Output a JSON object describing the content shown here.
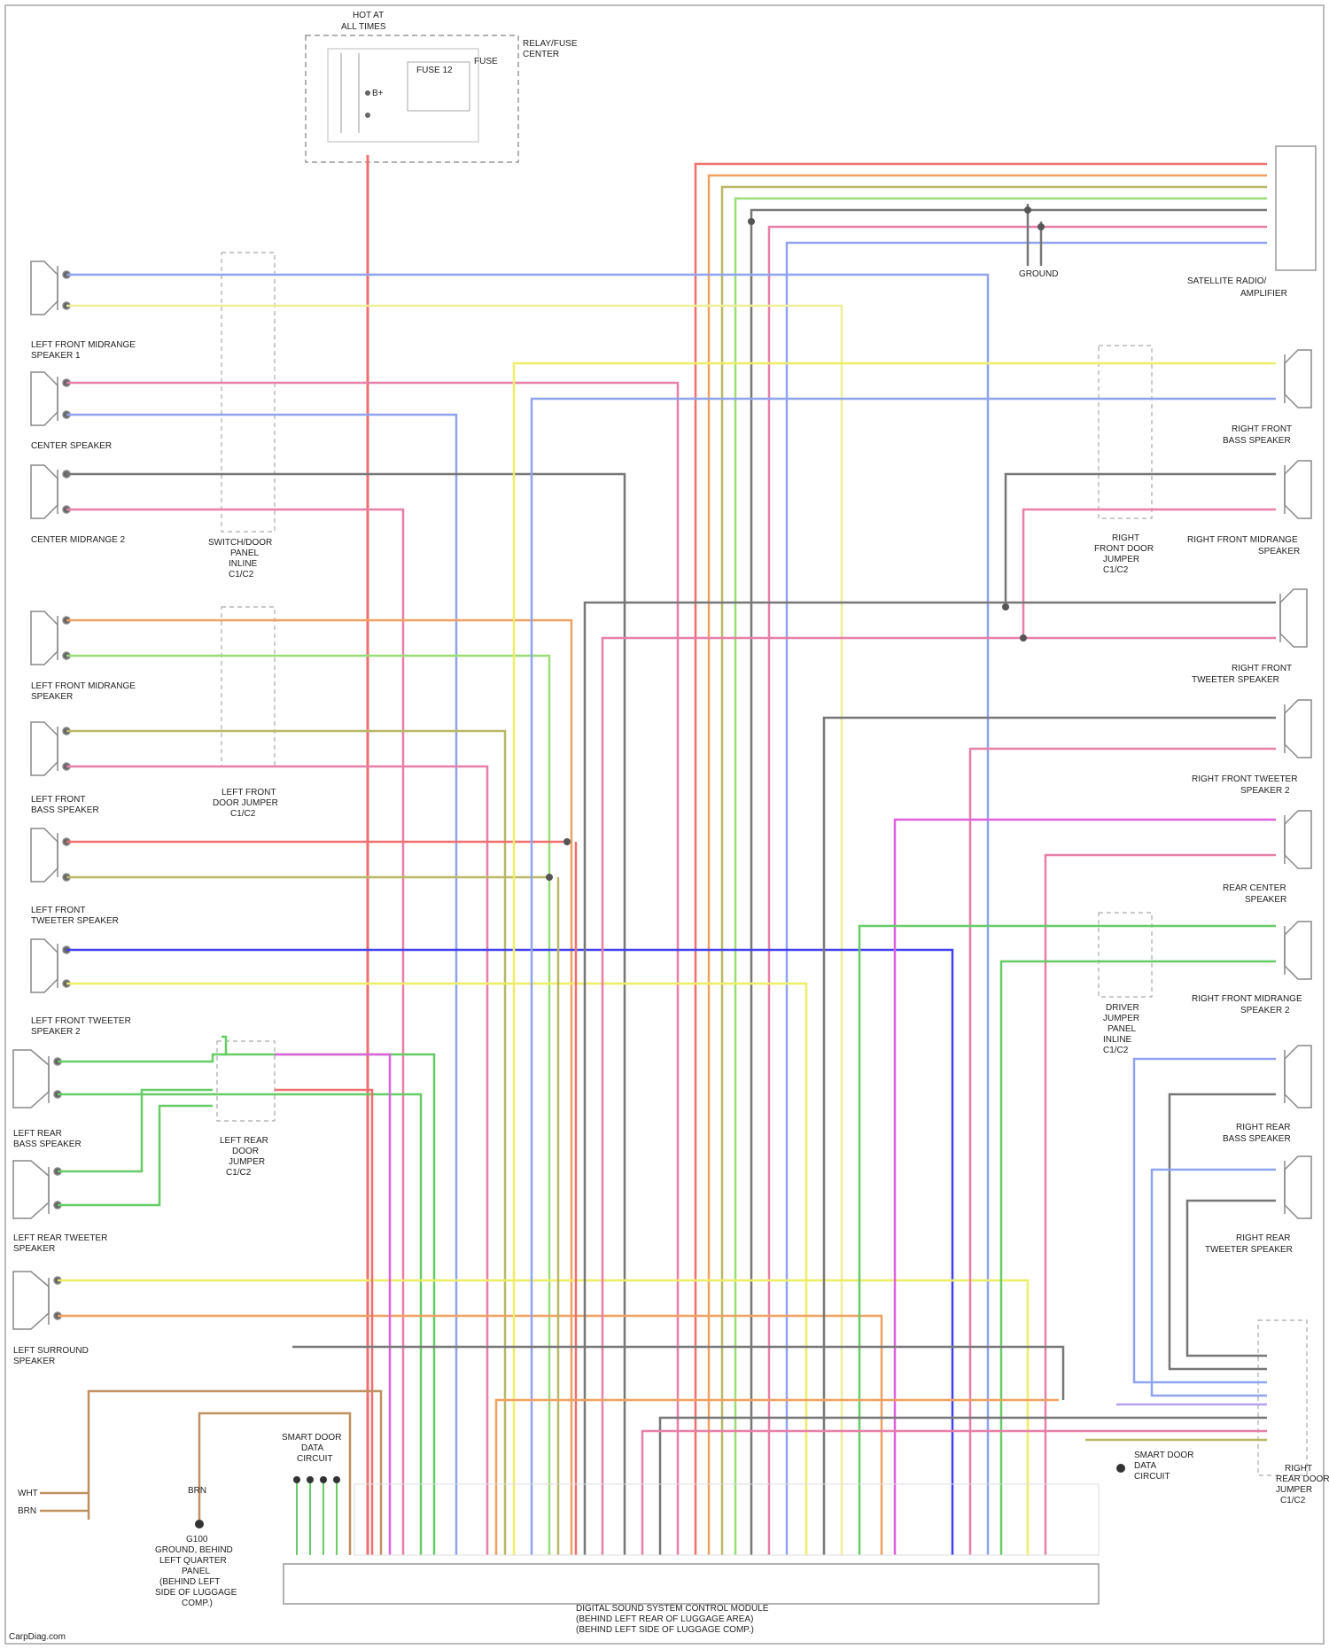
{
  "diagram": {
    "top_fuse": {
      "title_line1": "HOT AT",
      "title_line2": "ALL TIMES",
      "box_label_line1": "RELAY/FUSE",
      "box_label_line2": "CENTER",
      "fuse_label": "FUSE",
      "inner_label": "FUSE 12",
      "pin_label": "B+"
    },
    "antenna_label_line1": "SATELLITE RADIO/",
    "antenna_label_line2": "AMPLIFIER",
    "ground_label": "GROUND",
    "left_speakers": [
      {
        "label_line1": "LEFT FRONT MIDRANGE",
        "label_line2": "SPEAKER 1"
      },
      {
        "label_line1": "CENTER SPEAKER",
        "label_line2": ""
      },
      {
        "label_line1": "CENTER MIDRANGE 2",
        "label_line2": ""
      },
      {
        "label_line1": "LEFT FRONT MIDRANGE",
        "label_line2": "SPEAKER"
      },
      {
        "label_line1": "LEFT FRONT",
        "label_line2": "BASS SPEAKER"
      },
      {
        "label_line1": "LEFT FRONT",
        "label_line2": "TWEETER SPEAKER"
      },
      {
        "label_line1": "LEFT FRONT TWEETER",
        "label_line2": "SPEAKER 2"
      },
      {
        "label_line1": "LEFT REAR",
        "label_line2": "BASS SPEAKER"
      },
      {
        "label_line1": "LEFT REAR TWEETER",
        "label_line2": "SPEAKER"
      },
      {
        "label_line1": "LEFT SURROUND",
        "label_line2": "SPEAKER"
      }
    ],
    "right_speakers": [
      {
        "label_line1": "RIGHT FRONT",
        "label_line2": "BASS SPEAKER"
      },
      {
        "label_line1": "RIGHT FRONT MIDRANGE",
        "label_line2": "SPEAKER"
      },
      {
        "label_line1": "RIGHT FRONT",
        "label_line2": "TWEETER SPEAKER"
      },
      {
        "label_line1": "RIGHT FRONT TWEETER",
        "label_line2": "SPEAKER 2"
      },
      {
        "label_line1": "REAR CENTER",
        "label_line2": "SPEAKER"
      },
      {
        "label_line1": "RIGHT FRONT MIDRANGE",
        "label_line2": "SPEAKER 2"
      },
      {
        "label_line1": "RIGHT REAR",
        "label_line2": "BASS SPEAKER"
      },
      {
        "label_line1": "RIGHT REAR",
        "label_line2": "TWEETER SPEAKER"
      }
    ],
    "connectors": {
      "c1": {
        "line1": "SWITCH/DOOR",
        "line2": "PANEL",
        "line3": "INLINE",
        "line4": "C1/C2"
      },
      "c2": {
        "line1": "LEFT FRONT",
        "line2": "DOOR JUMPER",
        "line3": "C1/C2"
      },
      "c3": {
        "line1": "LEFT REAR",
        "line2": "DOOR",
        "line3": "JUMPER",
        "line4": "C1/C2"
      },
      "c4": {
        "line1": "RIGHT",
        "line2": "FRONT DOOR",
        "line3": "JUMPER",
        "line4": "C1/C2"
      },
      "c5": {
        "line1": "DRIVER",
        "line2": "JUMPER",
        "line3": "PANEL",
        "line4": "INLINE",
        "line5": "C1/C2"
      },
      "c6": {
        "line1": "RIGHT",
        "line2": "REAR DOOR",
        "line3": "JUMPER",
        "line4": "C1/C2"
      }
    },
    "bottom_labels": {
      "ground_line1": "G100",
      "ground_line2": "GROUND, BEHIND",
      "ground_line3": "LEFT QUARTER",
      "ground_line4": "PANEL",
      "ground_line5": "(BEHIND LEFT",
      "ground_line6": "SIDE OF LUGGAGE",
      "ground_line7": "COMP.)",
      "smart_line1": "SMART DOOR",
      "smart_line2": "DATA",
      "smart_line3": "CIRCUIT",
      "smart_right_line1": "SMART DOOR",
      "smart_right_line2": "DATA",
      "smart_right_line3": "CIRCUIT",
      "module_line1": "DIGITAL SOUND SYSTEM CONTROL MODULE",
      "module_line2": "(BEHIND LEFT REAR OF LUGGAGE AREA)",
      "module_line3": "(BEHIND LEFT SIDE OF LUGGAGE COMP.)",
      "left_pin_1": "WHT",
      "left_pin_2": "BRN",
      "gnd_pin": "BRN",
      "watermark": "CarpDiag.com"
    },
    "colors": {
      "red": "#ef6f6f",
      "pink": "#e87fa8",
      "magenta": "#e060e0",
      "blue": "#6f6fef",
      "blue_dark": "#4040f0",
      "light_blue": "#8fa4f0",
      "yellow": "#f0f060",
      "yellow_light": "#eeee99",
      "green": "#66cc66",
      "green_light": "#99dd77",
      "olive": "#b8b866",
      "orange": "#f0a060",
      "gray": "#777777",
      "brown": "#c09060",
      "violet": "#b8a0f0"
    }
  }
}
